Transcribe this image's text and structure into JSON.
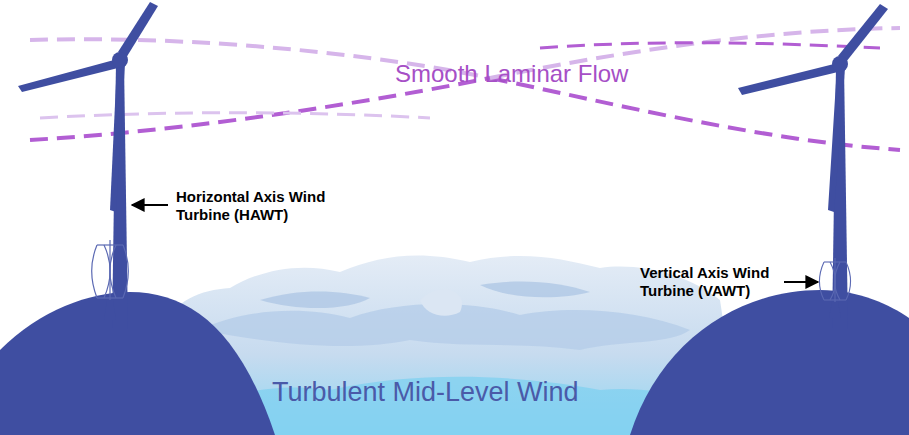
{
  "diagram": {
    "labels": [
      "Smooth Laminar Flow",
      "Horizontal Axis Wind Turbine (HAWT)",
      "Vertical Axis Wind Turbine (VAWT)",
      "Turbulent Mid-Level Wind"
    ]
  }
}
